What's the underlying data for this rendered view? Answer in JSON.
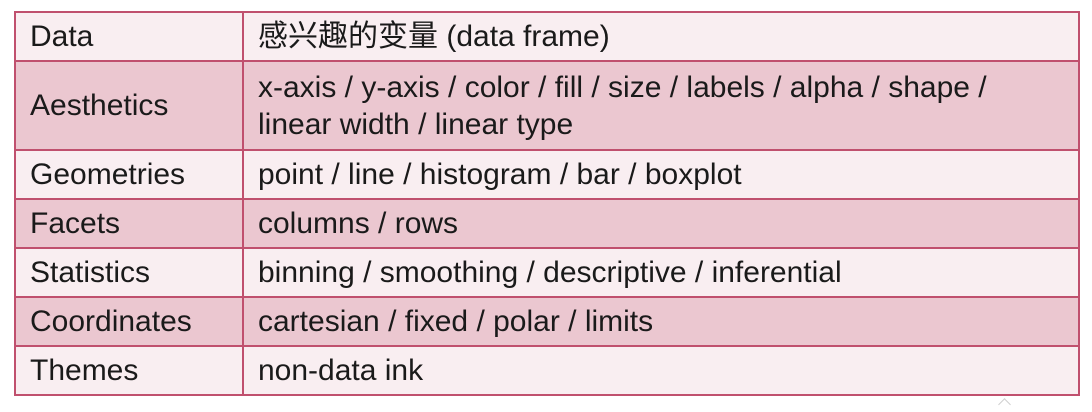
{
  "table": {
    "rows": [
      {
        "label": "Data",
        "value": "感兴趣的变量 (data frame)"
      },
      {
        "label": "Aesthetics",
        "value": "x-axis / y-axis / color / fill / size / labels / alpha / shape / linear width / linear type"
      },
      {
        "label": "Geometries",
        "value": "point / line / histogram / bar / boxplot"
      },
      {
        "label": "Facets",
        "value": "columns / rows"
      },
      {
        "label": "Statistics",
        "value": "binning / smoothing / descriptive / inferential"
      },
      {
        "label": "Coordinates",
        "value": "cartesian / fixed / polar / limits"
      },
      {
        "label": "Themes",
        "value": "non-data ink"
      }
    ]
  },
  "colors": {
    "border": "#c0506e",
    "row_light": "#f9eef1",
    "row_dark": "#ebc7d0",
    "text": "#1a1a1a"
  }
}
